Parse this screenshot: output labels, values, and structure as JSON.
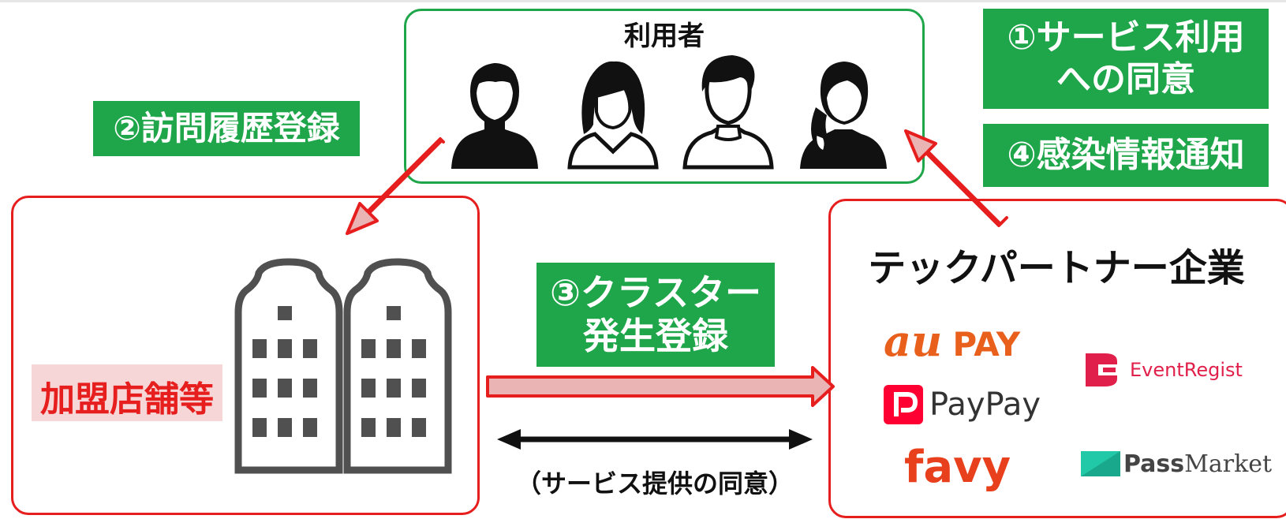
{
  "users": {
    "title": "利用者"
  },
  "steps": {
    "step1": "①サービス利用\nへの同意",
    "step2": "②訪問履歴登録",
    "step3": "③クラスター\n発生登録",
    "step4": "④感染情報通知"
  },
  "merchant": {
    "label": "加盟店舗等"
  },
  "partners": {
    "title": "テックパートナー企業",
    "logos": {
      "aupay_au": "au",
      "aupay_pay": "PAY",
      "paypay": "PayPay",
      "favy": "favy",
      "eventregist": "EventRegist",
      "passmarket_pass": "Pass",
      "passmarket_market": "Market"
    }
  },
  "consent_note": "（サービス提供の同意）",
  "colors": {
    "green": "#1fa64a",
    "red": "#e61e1e",
    "arrow_fill": "#eab4b4",
    "gray_icon": "#505050"
  }
}
